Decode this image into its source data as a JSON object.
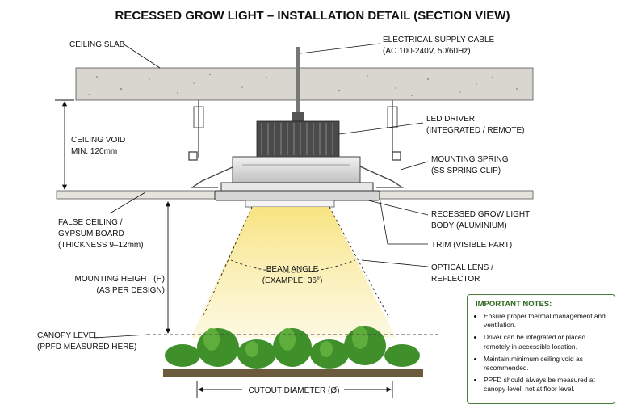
{
  "title": "RECESSED GROW LIGHT – INSTALLATION DETAIL (SECTION VIEW)",
  "labels": {
    "ceiling_slab": "CEILING SLAB",
    "cable_1": "ELECTRICAL SUPPLY CABLE",
    "cable_2": "(AC 100-240V, 50/60Hz)",
    "ceiling_void_1": "CEILING VOID",
    "ceiling_void_2": "MIN. 120mm",
    "driver_1": "LED DRIVER",
    "driver_2": "(INTEGRATED / REMOTE)",
    "spring_1": "MOUNTING SPRING",
    "spring_2": "(SS SPRING CLIP)",
    "false_ceiling_1": "FALSE CEILING /",
    "false_ceiling_2": "GYPSUM BOARD",
    "false_ceiling_3": "(THICKNESS 9–12mm)",
    "body_1": "RECESSED GROW LIGHT",
    "body_2": "BODY (ALUMINIUM)",
    "trim": "TRIM (VISIBLE PART)",
    "mounting_height_1": "MOUNTING HEIGHT (H)",
    "mounting_height_2": "(AS PER DESIGN)",
    "beam_angle_1": "BEAM ANGLE",
    "beam_angle_2": "(EXAMPLE: 36°)",
    "lens_1": "OPTICAL LENS /",
    "lens_2": "REFLECTOR",
    "canopy_1": "CANOPY LEVEL",
    "canopy_2": "(PPFD MEASURED HERE)",
    "cutout": "CUTOUT DIAMETER (Ø)"
  },
  "notes": {
    "title": "IMPORTANT NOTES:",
    "items": [
      "Ensure proper thermal management and ventilation.",
      "Driver can be integrated or placed remotely in accessible location.",
      "Maintain minimum ceiling void as recommended.",
      "PPFD should always be measured at canopy level, not at floor level."
    ]
  },
  "colors": {
    "concrete": "#d9d6cf",
    "gypsum": "#e6e3dc",
    "beam": "#f6e79a",
    "plant": "#3f8f2a",
    "notes_border": "#4a7d3a",
    "notes_title": "#2f6b22"
  }
}
